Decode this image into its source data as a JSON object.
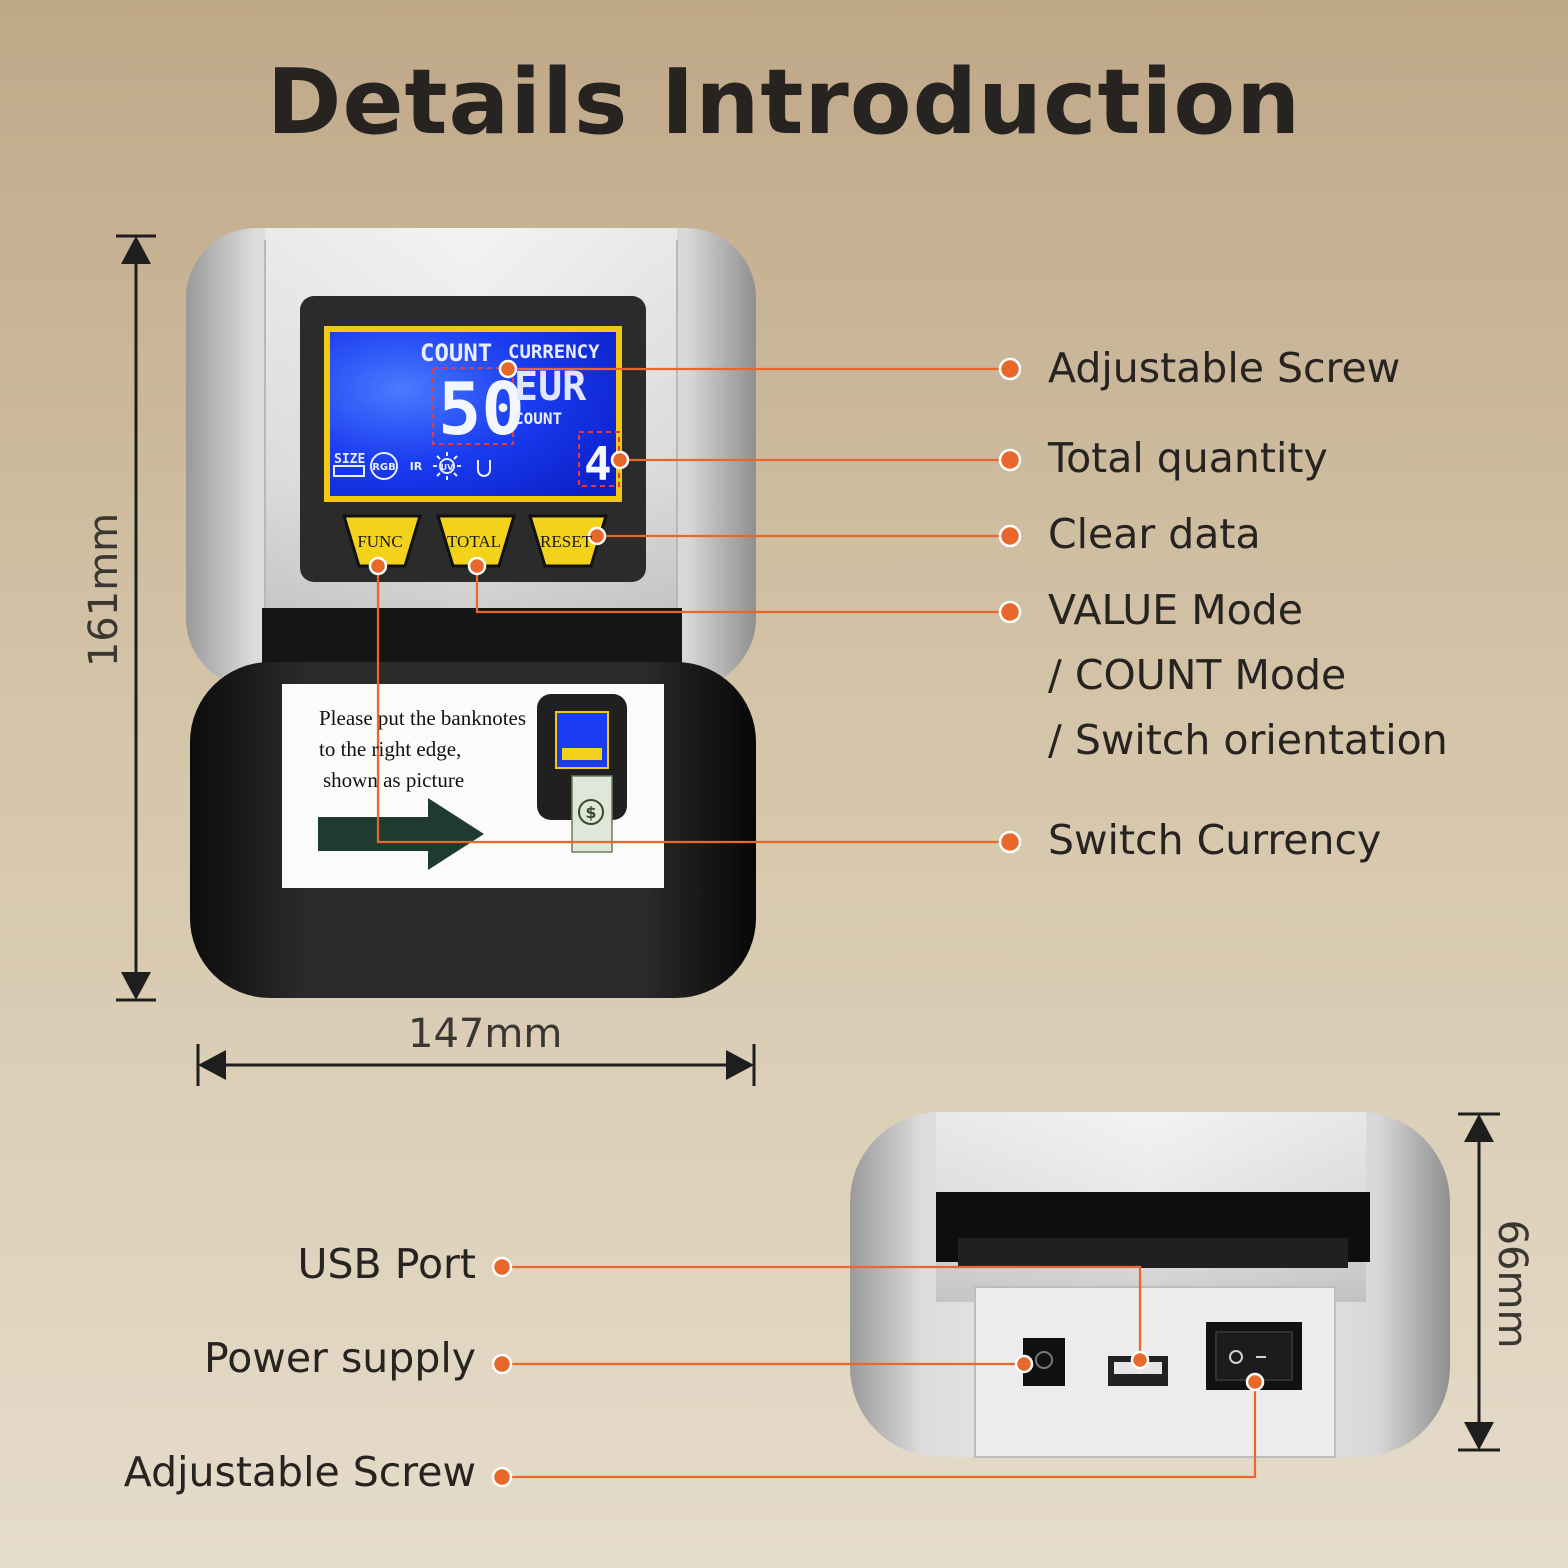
{
  "title": "Details Introduction",
  "dimensions": {
    "height": "161mm",
    "width": "147mm",
    "depth": "66mm"
  },
  "lcd": {
    "count_label": "COUNT",
    "currency_label": "CURRENCY",
    "count_value": "50",
    "currency_value": "EUR",
    "count_sublabel": "COUNT",
    "total_value": "4",
    "size_label": "SIZE",
    "icons": [
      "RGB",
      "IR",
      "UV"
    ]
  },
  "buttons": {
    "func": "FUNC",
    "total": "TOTAL",
    "reset": "RESET"
  },
  "instruction": {
    "line1": "Please put the banknotes",
    "line2": "to the right edge,",
    "line3": "shown as picture"
  },
  "front_labels": {
    "adjustable_screw": "Adjustable Screw",
    "total_quantity": "Total quantity",
    "clear_data": "Clear data",
    "value_mode_1": "VALUE Mode",
    "value_mode_2": "/ COUNT Mode",
    "value_mode_3": "/ Switch orientation",
    "switch_currency": "Switch Currency"
  },
  "back_labels": {
    "usb_port": "USB Port",
    "power_supply": "Power supply",
    "adjustable_screw": "Adjustable Screw"
  },
  "power_switch": {
    "on": "O",
    "off": "–"
  },
  "colors": {
    "accent": "#e8672a",
    "lcd_blue": "#1434e8",
    "button_yellow": "#f2d21a",
    "text_dark": "#262320"
  }
}
